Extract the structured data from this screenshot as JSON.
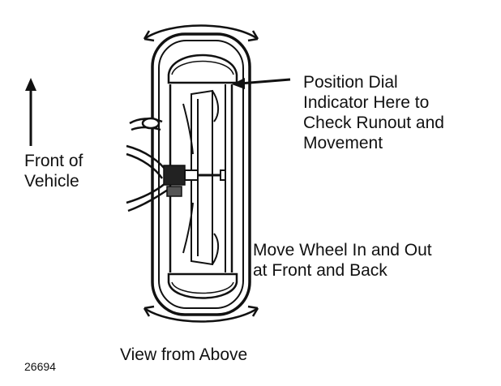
{
  "labels": {
    "front_of_vehicle": "Front of\nVehicle",
    "dial_indicator": "Position Dial\nIndicator Here to\nCheck Runout and\nMovement",
    "move_wheel": "Move Wheel In and Out\nat Front and Back",
    "view": "View from Above",
    "figure_number": "26694"
  },
  "colors": {
    "ink": "#111111",
    "background": "#ffffff"
  }
}
